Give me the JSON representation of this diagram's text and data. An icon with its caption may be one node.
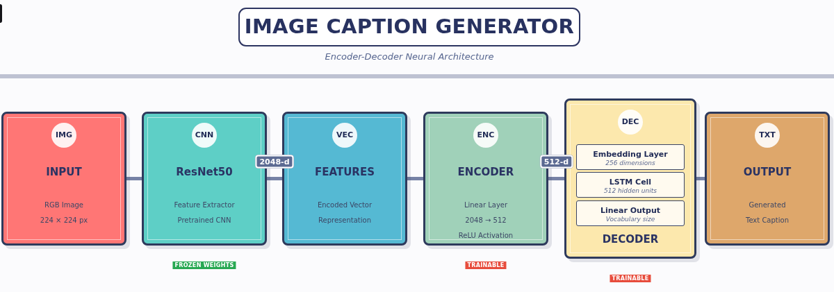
{
  "diagram": {
    "title": "IMAGE CAPTION GENERATOR",
    "nodes": [
      {
        "text": [
          "INPUT",
          "RGB Image",
          "224 × 224 px"
        ]
      },
      {
        "text": [
          "IMG"
        ],
        "in": 0
      },
      {
        "text": [
          "ResNet50",
          "Feature Extractor",
          "Pretrained CNN"
        ],
        "beside": [
          "FROZEN WEIGHTS"
        ]
      },
      {
        "text": [
          "CNN"
        ],
        "in": 2
      },
      {
        "text": [
          "FEATURES",
          "Encoded Vector",
          "Representation"
        ]
      },
      {
        "text": [
          "VEC"
        ],
        "in": 4
      },
      {
        "text": [
          "ENCODER",
          "Linear Layer",
          "2048 → 512",
          "ReLU Activation"
        ],
        "beside": [
          "TRAINABLE"
        ]
      },
      {
        "text": [
          "ENC"
        ],
        "in": 6
      },
      {
        "text": [
          "DECODER"
        ],
        "beside": [
          "TRAINABLE"
        ]
      },
      {
        "text": [
          "DEC"
        ],
        "in": 8
      },
      {
        "text": [
          "Embedding Layer",
          "256 dimensions"
        ],
        "in": 8
      },
      {
        "text": [
          "LSTM Cell",
          "512 hidden units"
        ],
        "in": 8
      },
      {
        "text": [
          "Linear Output",
          "Vocabulary size"
        ],
        "in": 8
      },
      {
        "text": [
          "OUTPUT",
          "Generated",
          "Text Caption"
        ]
      },
      {
        "text": [
          "TXT"
        ],
        "in": 13
      }
    ],
    "edges": [
      {
        "from": 0,
        "to": 2,
        "arrow": "none"
      },
      {
        "from": 2,
        "to": 4,
        "arrow": "none",
        "label": "2048-d"
      },
      {
        "from": 4,
        "to": 6,
        "arrow": "none"
      },
      {
        "from": 6,
        "to": 8,
        "arrow": "none",
        "label": "512-d"
      },
      {
        "from": 8,
        "to": 13,
        "arrow": "none"
      }
    ],
    "labels": [
      "Encoder-Decoder Neural Architecture"
    ]
  }
}
